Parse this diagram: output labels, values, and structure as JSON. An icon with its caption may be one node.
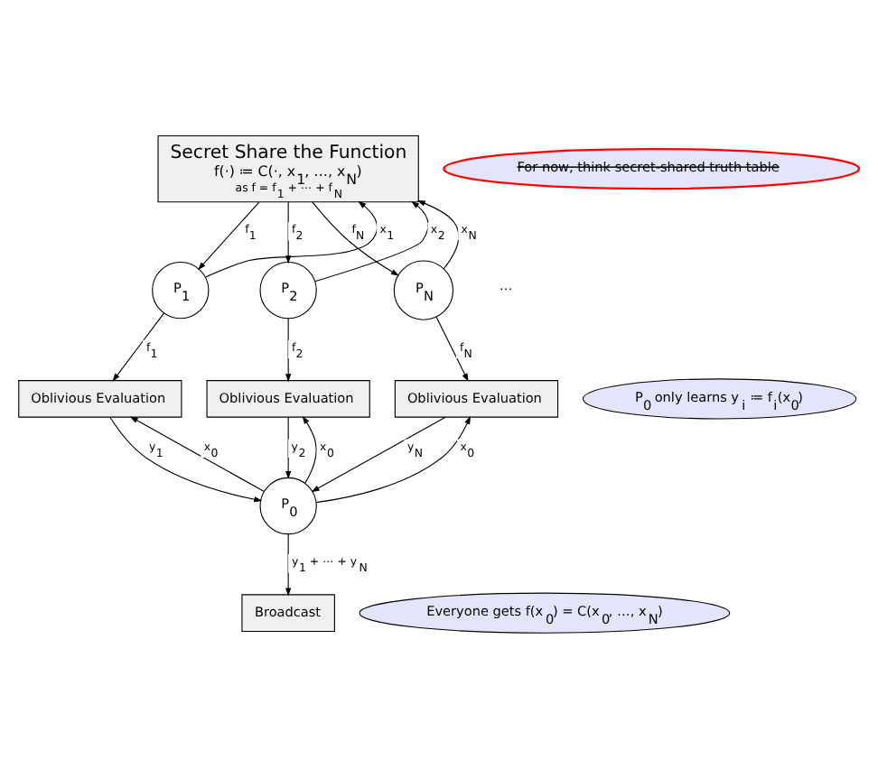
{
  "diagram": {
    "nodes": [
      {
        "text": [
          "Secret Share the Function",
          "f(·) ≔ C(·, x$_{1}$, …, x$_{N}$)",
          "as f = f$_{1}$ + ⋯ + f$_{N}$"
        ]
      },
      {
        "text": [
          "For now, think secret-shared truth table"
        ]
      },
      {
        "text": [
          "P$_{1}$"
        ]
      },
      {
        "text": [
          "P$_{2}$"
        ]
      },
      {
        "text": [
          "P$_{N}$"
        ]
      },
      {
        "text": [
          "Oblivious Evaluation"
        ]
      },
      {
        "text": [
          "Oblivious Evaluation"
        ]
      },
      {
        "text": [
          "Oblivious Evaluation"
        ]
      },
      {
        "text": [
          "P$_{0}$ only learns y$_{i}$ ≔ f$_{i}$(x$_{0}$)"
        ]
      },
      {
        "text": [
          "P$_{0}$"
        ]
      },
      {
        "text": [
          "Broadcast"
        ]
      },
      {
        "text": [
          "Everyone gets f(x$_{0}$) = C(x$_{0}$, …, x$_{N}$)"
        ]
      }
    ],
    "edges": [
      {
        "from": 2,
        "to": 0,
        "arrow": "to",
        "label": "x$_{1}$"
      },
      {
        "from": 0,
        "to": 2,
        "arrow": "to",
        "label": "f$_{1}$"
      },
      {
        "from": 3,
        "to": 0,
        "arrow": "to",
        "label": "x$_{2}$"
      },
      {
        "from": 0,
        "to": 3,
        "arrow": "to",
        "label": "f$_{2}$"
      },
      {
        "from": 4,
        "to": 0,
        "arrow": "to",
        "label": "x$_{N}$"
      },
      {
        "from": 0,
        "to": 4,
        "arrow": "to",
        "label": "f$_{N}$"
      },
      {
        "from": 2,
        "to": 5,
        "arrow": "to",
        "label": "f$_{1}$"
      },
      {
        "from": 3,
        "to": 6,
        "arrow": "to",
        "label": "f$_{2}$"
      },
      {
        "from": 4,
        "to": 7,
        "arrow": "to",
        "label": "f$_{N}$"
      },
      {
        "from": 9,
        "to": 5,
        "arrow": "to",
        "label": "x$_{0}$"
      },
      {
        "from": 5,
        "to": 9,
        "arrow": "to",
        "label": "y$_{1}$"
      },
      {
        "from": 9,
        "to": 6,
        "arrow": "to",
        "label": "x$_{0}$"
      },
      {
        "from": 6,
        "to": 9,
        "arrow": "to",
        "label": "y$_{2}$"
      },
      {
        "from": 9,
        "to": 7,
        "arrow": "to",
        "label": "x$_{0}$"
      },
      {
        "from": 7,
        "to": 9,
        "arrow": "to",
        "label": "y$_{N}$"
      },
      {
        "from": 9,
        "to": 10,
        "arrow": "to",
        "label": "y$_{1}$ + ⋯ + y$_{N}$"
      }
    ],
    "labels": [
      "⋯"
    ]
  }
}
